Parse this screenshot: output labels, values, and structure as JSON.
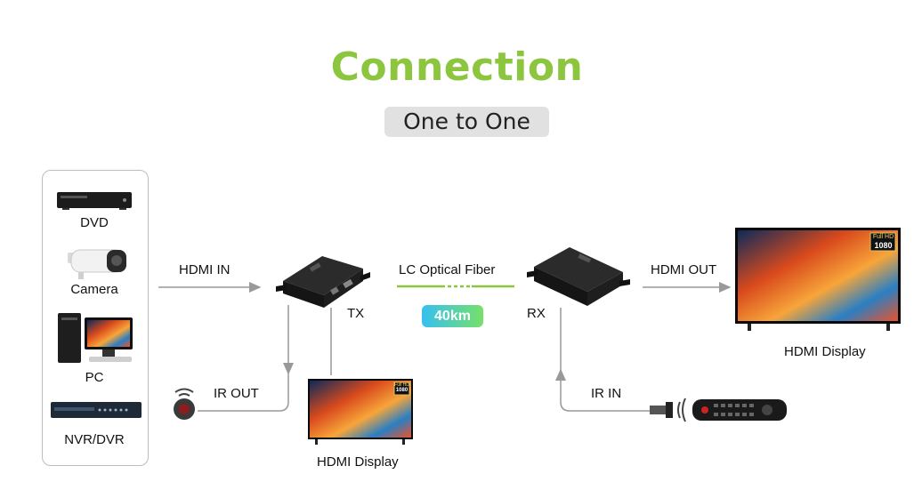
{
  "title": "Connection",
  "subtitle": "One to One",
  "sources": [
    {
      "label": "DVD",
      "icon": "dvd-player-icon"
    },
    {
      "label": "Camera",
      "icon": "camera-icon"
    },
    {
      "label": "PC",
      "icon": "pc-icon"
    },
    {
      "label": "NVR/DVR",
      "icon": "nvr-dvr-icon"
    }
  ],
  "labels": {
    "hdmi_in": "HDMI IN",
    "tx": "TX",
    "fiber": "LC Optical Fiber",
    "distance": "40km",
    "rx": "RX",
    "hdmi_out": "HDMI OUT",
    "ir_out": "IR OUT",
    "ir_in": "IR IN",
    "display_local": "HDMI Display",
    "display_remote": "HDMI Display",
    "badge_full_hd": "Full HD",
    "badge_1080": "1080"
  },
  "colors": {
    "title": "#8cc63f",
    "fiber": "#8cc63f",
    "arrow": "#999999"
  }
}
